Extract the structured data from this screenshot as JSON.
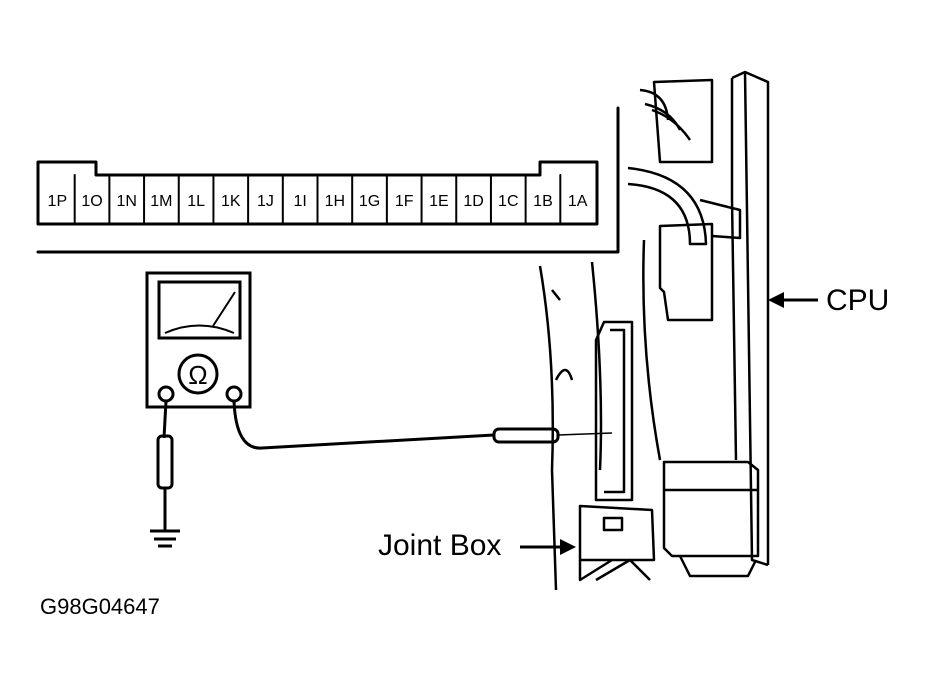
{
  "connector": {
    "pins": [
      "1P",
      "1O",
      "1N",
      "1M",
      "1L",
      "1K",
      "1J",
      "1I",
      "1H",
      "1G",
      "1F",
      "1E",
      "1D",
      "1C",
      "1B",
      "1A"
    ]
  },
  "meter": {
    "ohm_symbol": "Ω"
  },
  "labels": {
    "cpu": "CPU",
    "joint_box": "Joint Box",
    "figure_code": "G98G04647"
  }
}
